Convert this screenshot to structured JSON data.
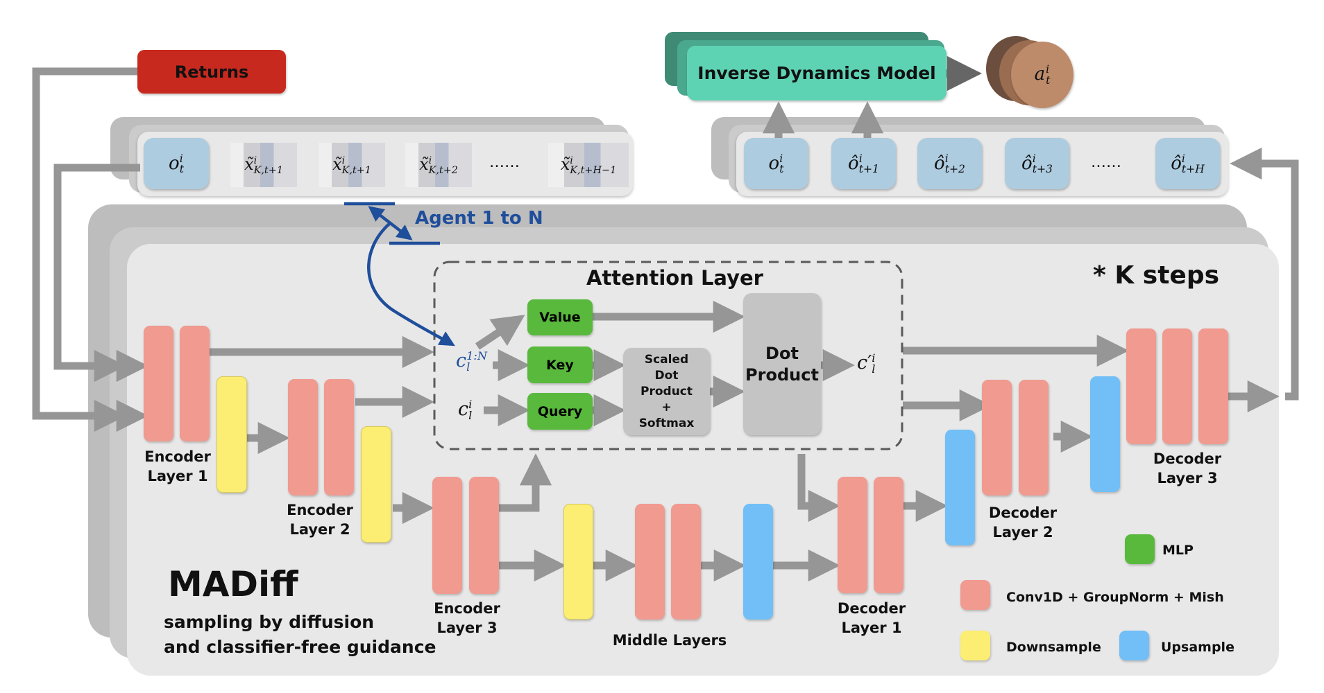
{
  "title": "MADiff",
  "subtitle_lines": [
    "sampling by diffusion",
    "and classifier-free guidance"
  ],
  "returns_label": "Returns",
  "inverse_dynamics_label": "Inverse Dynamics Model",
  "action_output": {
    "base": "a",
    "sup": "i",
    "sub": "t"
  },
  "agent_label": "Agent 1 to N",
  "k_steps_label": "* K steps",
  "input_tokens": [
    {
      "base": "o",
      "sup": "i",
      "sub": "t",
      "kind": "observation"
    },
    {
      "base": "x̃",
      "sup": "i",
      "sub": "K,t+1",
      "kind": "noisy"
    },
    {
      "base": "x̃",
      "sup": "i",
      "sub": "K,t+1",
      "kind": "noisy"
    },
    {
      "base": "x̃",
      "sup": "i",
      "sub": "K,t+2",
      "kind": "noisy"
    },
    {
      "base": "……",
      "sup": "",
      "sub": "",
      "kind": "ellipsis"
    },
    {
      "base": "x̃",
      "sup": "i",
      "sub": "K,t+H−1",
      "kind": "noisy"
    }
  ],
  "output_tokens": [
    {
      "base": "o",
      "sup": "i",
      "sub": "t"
    },
    {
      "base": "ô",
      "sup": "i",
      "sub": "t+1"
    },
    {
      "base": "ô",
      "sup": "i",
      "sub": "t+2"
    },
    {
      "base": "ô",
      "sup": "i",
      "sub": "t+3"
    },
    {
      "base": "……",
      "sup": "",
      "sub": ""
    },
    {
      "base": "ô",
      "sup": "i",
      "sub": "t+H"
    }
  ],
  "attention": {
    "title": "Attention Layer",
    "value_label": "Value",
    "key_label": "Key",
    "query_label": "Query",
    "scaled_dot_lines": [
      "Scaled",
      "Dot",
      "Product",
      "+",
      "Softmax"
    ],
    "dot_product_lines": [
      "Dot",
      "Product"
    ],
    "input_all": {
      "base": "c",
      "sup": "1:N",
      "sub": "l"
    },
    "input_self": {
      "base": "c",
      "sup": "i",
      "sub": "l"
    },
    "output": {
      "base": "c′",
      "sup": "i",
      "sub": "l"
    }
  },
  "layers": {
    "encoder1": [
      "Encoder",
      "Layer 1"
    ],
    "encoder2": [
      "Encoder",
      "Layer 2"
    ],
    "encoder3": [
      "Encoder",
      "Layer 3"
    ],
    "middle": "Middle Layers",
    "decoder1": [
      "Decoder",
      "Layer 1"
    ],
    "decoder2": [
      "Decoder",
      "Layer 2"
    ],
    "decoder3": [
      "Decoder",
      "Layer 3"
    ]
  },
  "legend": [
    {
      "key": "mlp",
      "label": "MLP",
      "color": "#58b93c"
    },
    {
      "key": "conv",
      "label": "Conv1D + GroupNorm + Mish",
      "color": "#f09a90"
    },
    {
      "key": "down",
      "label": "Downsample",
      "color": "#fcee72"
    },
    {
      "key": "up",
      "label": "Upsample",
      "color": "#72bff7"
    }
  ],
  "colors": {
    "returns": "#c8291f",
    "idm": "#5ed3b4",
    "agent_blue": "#1f4e9b",
    "arrow_gray": "#969696",
    "token_blue": "#aecce0"
  }
}
